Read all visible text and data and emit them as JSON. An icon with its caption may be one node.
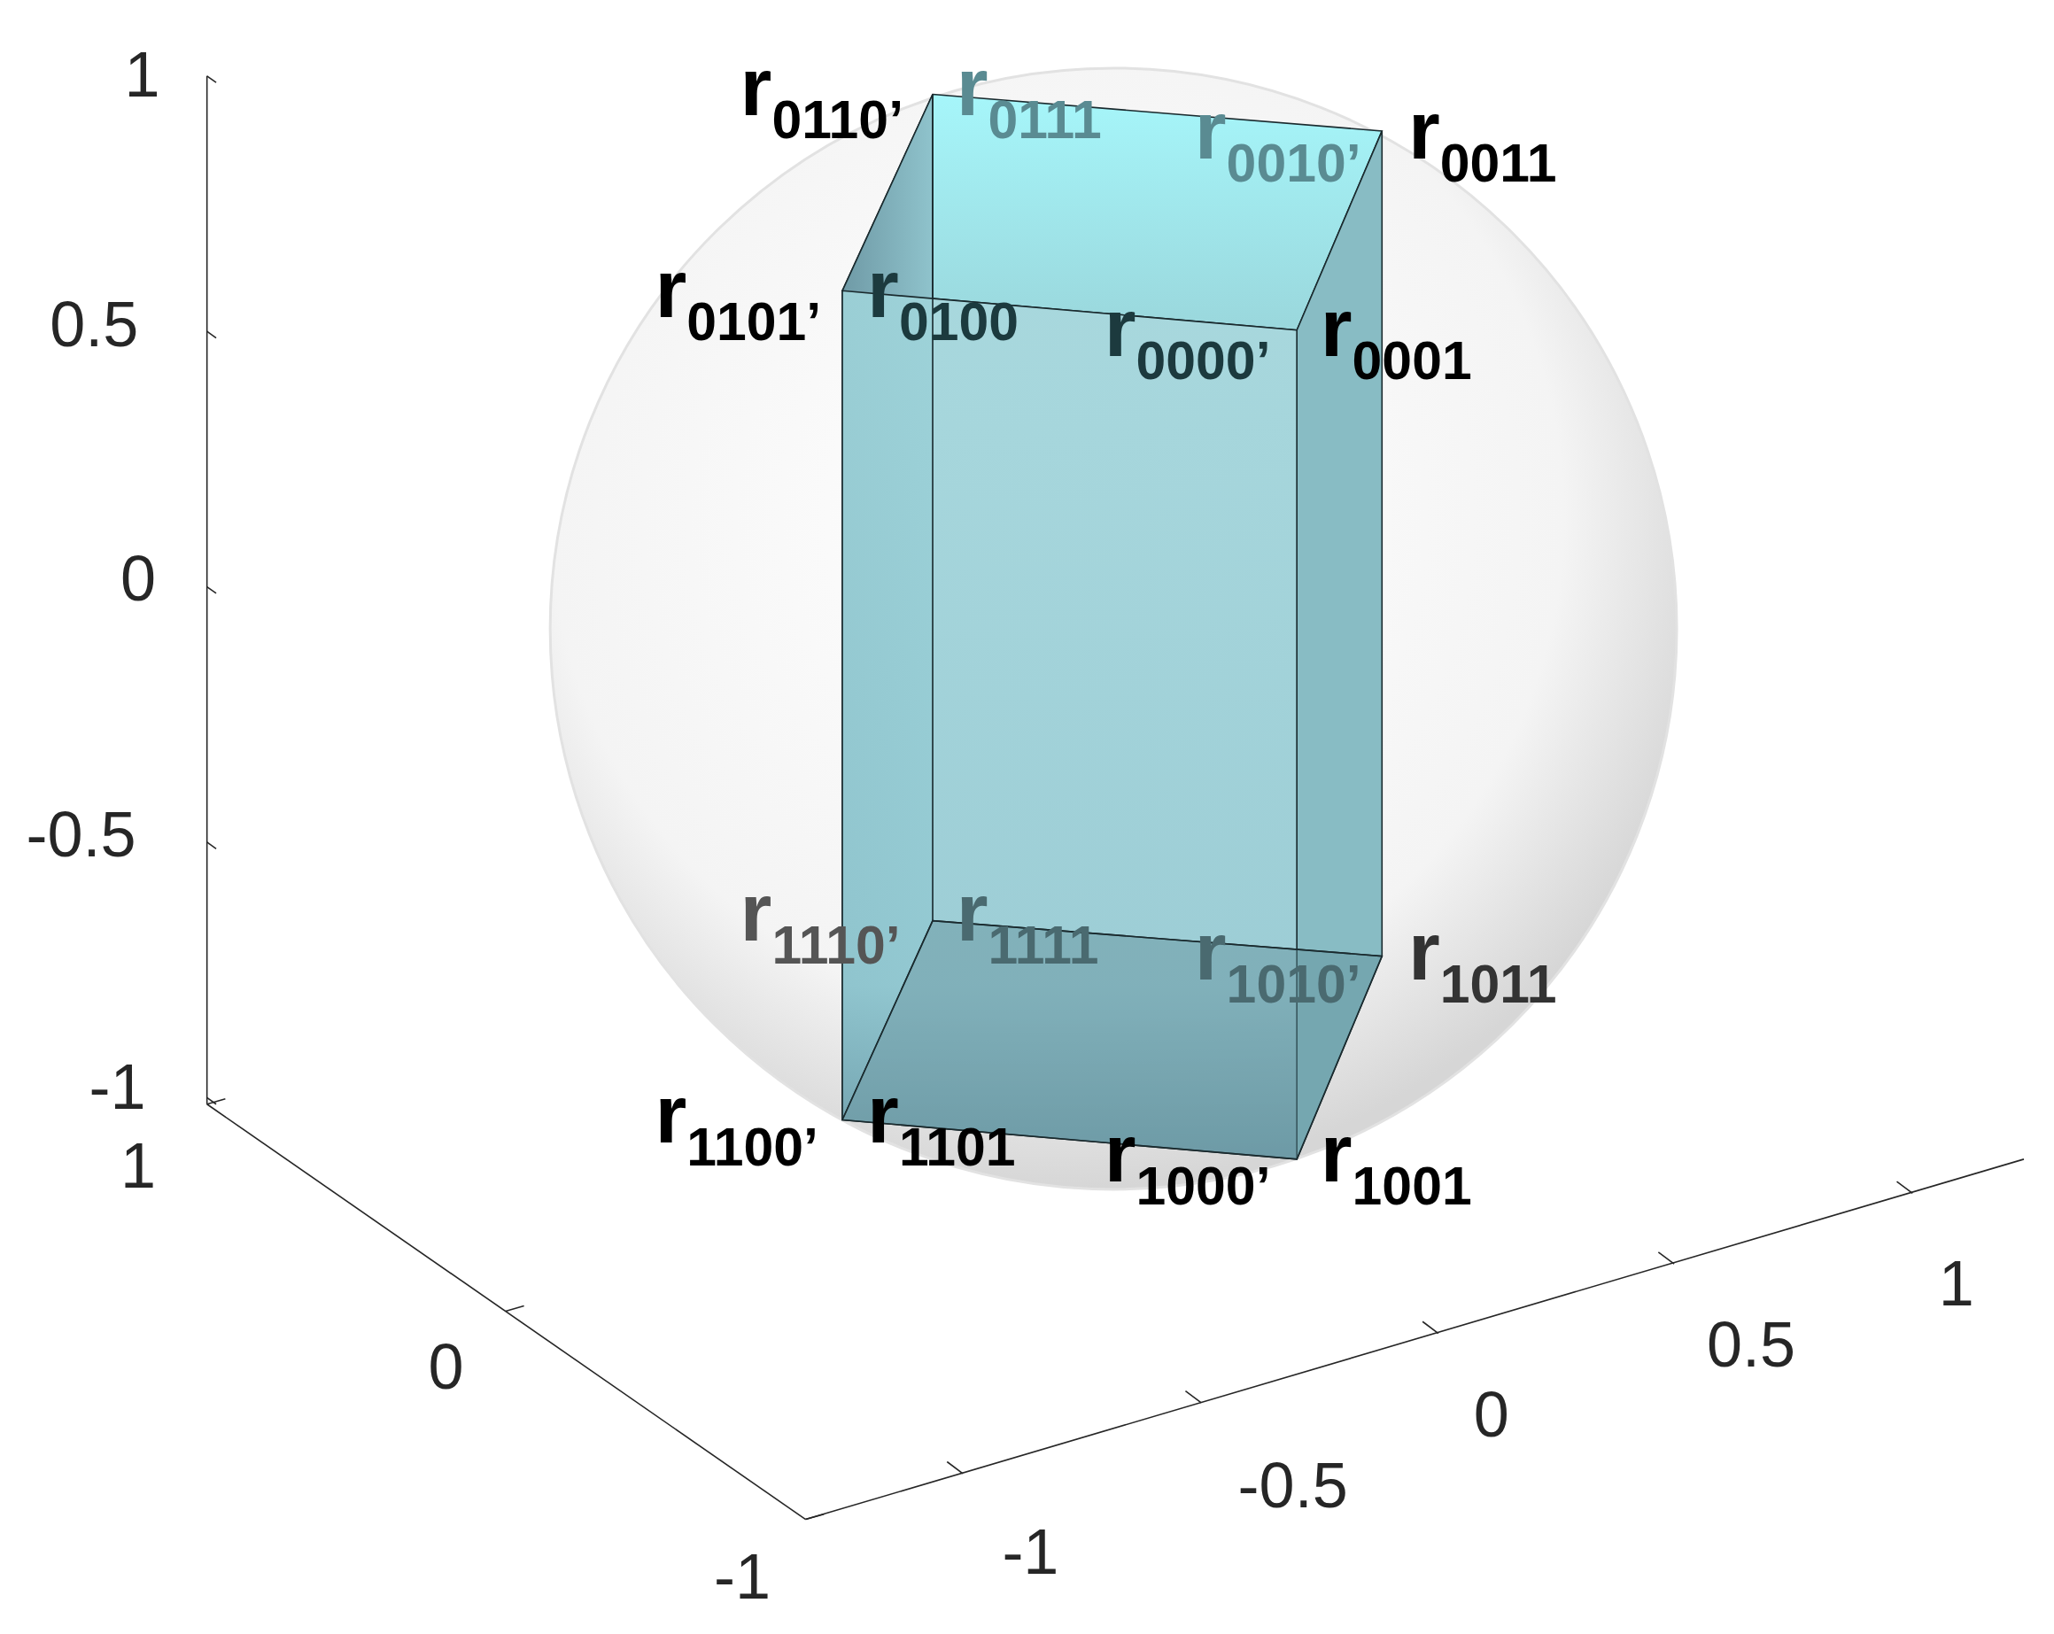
{
  "diagram": {
    "labels": [
      "1",
      "r$_{0110’}$",
      "r$_{0111}$",
      "r$_{0010’}$",
      "r$_{0011}$",
      "r$_{0101’}$",
      "0.5",
      "r$_{0100}$",
      "r$_{0000’}$",
      "r$_{0001}$",
      "0",
      "-0.5",
      "r$_{1110’}$",
      "r$_{1111}$",
      "r$_{1010’}$",
      "r$_{1011}$",
      "-1",
      "r$_{1100’}$",
      "r$_{1101}$",
      "r$_{1000’}$",
      "r$_{1001}$",
      "1",
      "1",
      "0.5",
      "0",
      "0",
      "-0.5",
      "-1",
      "-1"
    ]
  }
}
